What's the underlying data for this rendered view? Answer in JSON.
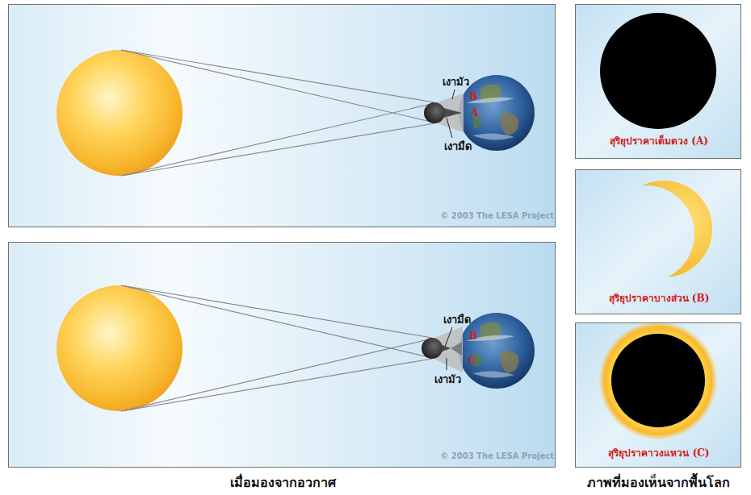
{
  "diagram": {
    "nodes": [
      {
        "text": [
          "เงามัว",
          "เงามืด",
          "B",
          "A",
          "© 2003 The LESA Project"
        ]
      },
      {
        "text": [
          "เงามืด",
          "เงามัว",
          "B",
          "C",
          "© 2003 The LESA Project"
        ]
      },
      {
        "text": [
          "สุริยุปราคาเต็มดวง (A)"
        ]
      },
      {
        "text": [
          "สุริยุปราคาบางส่วน (B)"
        ]
      },
      {
        "text": [
          "สุริยุปราคาวงแหวน (C)"
        ]
      }
    ],
    "labels": [
      "เมื่อมองจากอวกาศ",
      "ภาพที่มองเห็นจากพื้นโลก"
    ]
  }
}
